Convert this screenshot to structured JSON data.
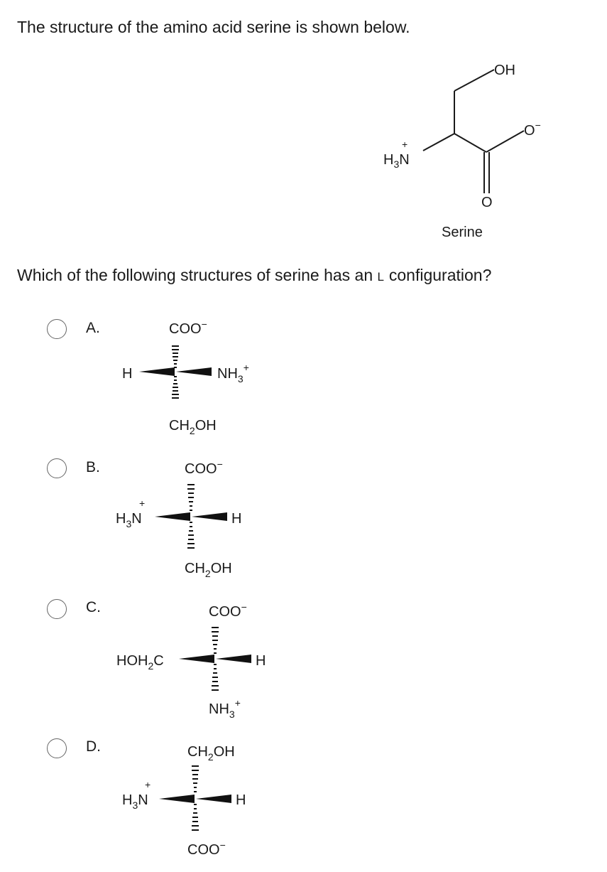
{
  "question": {
    "intro": "The structure of the amino acid serine is shown below.",
    "prompt_before": "Which of the following structures of serine has an ",
    "prompt_config": "L",
    "prompt_after": " configuration?"
  },
  "serine_figure": {
    "caption": "Serine",
    "oh": "OH",
    "o_minus": "O",
    "carbonyl_o": "O",
    "h3n": "H",
    "h3n_sub": "3",
    "h3n_n": "N",
    "plus": "+",
    "minus": "−"
  },
  "options": [
    {
      "letter": "A.",
      "top": {
        "main": "COO",
        "sup": "−",
        "sub": ""
      },
      "bottom": {
        "pre": "CH",
        "sub": "2",
        "post": "OH",
        "sup": ""
      },
      "left": {
        "text": "H"
      },
      "right": {
        "main": "NH",
        "sub": "3",
        "sup": "+"
      }
    },
    {
      "letter": "B.",
      "top": {
        "main": "COO",
        "sup": "−"
      },
      "bottom": {
        "pre": "CH",
        "sub": "2",
        "post": "OH"
      },
      "left": {
        "main": "H",
        "sub": "3",
        "post": "N",
        "sup": "+"
      },
      "right": {
        "text": "H"
      }
    },
    {
      "letter": "C.",
      "top": {
        "main": "COO",
        "sup": "−"
      },
      "bottom": {
        "main": "NH",
        "sub": "3",
        "sup": "+"
      },
      "left": {
        "pre": "HOH",
        "sub": "2",
        "post": "C"
      },
      "right": {
        "text": "H"
      }
    },
    {
      "letter": "D.",
      "top": {
        "pre": "CH",
        "sub": "2",
        "post": "OH"
      },
      "bottom": {
        "main": "COO",
        "sup": "−"
      },
      "left": {
        "main": "H",
        "sub": "3",
        "post": "N",
        "sup": "+"
      },
      "right": {
        "text": "H"
      }
    }
  ]
}
